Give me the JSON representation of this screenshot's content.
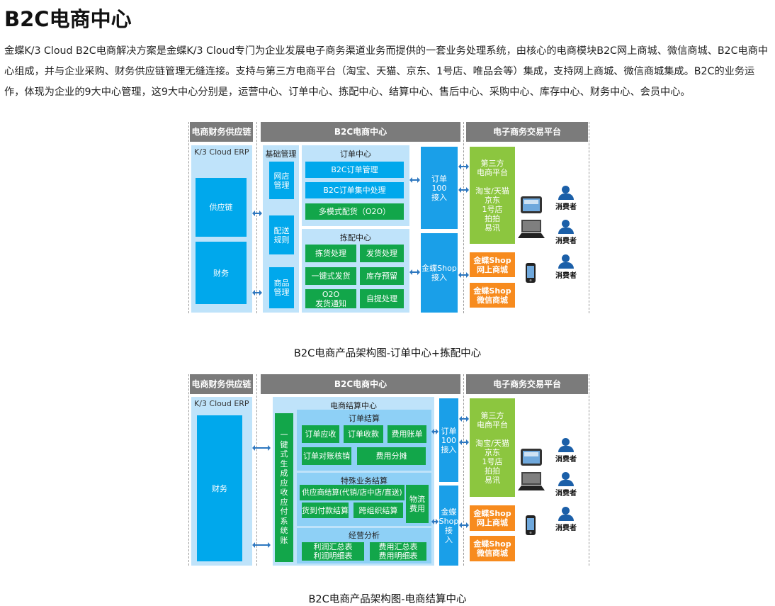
{
  "page": {
    "title": "B2C电商中心",
    "intro": "金蝶K/3 Cloud B2C电商解决方案是金蝶K/3 Cloud专门为企业发展电子商务渠道业务而提供的一套业务处理系统，由核心的电商模块B2C网上商城、微信商城、B2C电商中心组成，并与企业采购、财务供应链管理无缝连接。支持与第三方电商平台（淘宝、天猫、京东、1号店、唯品会等）集成，支持网上商城、微信商城集成。B2C的业务运作，体现为企业的9大中心管理，这9大中心分别是，运营中心、订单中心、拣配中心、结算中心、售后中心、采购中心、库存中心、财务中心、会员中心。"
  },
  "diagram1": {
    "caption": "B2C电商产品架构图-订单中心+拣配中心",
    "headers": [
      "电商财务供应链",
      "B2C电商中心",
      "电子商务交易平台"
    ],
    "erp_label": "K/3 Cloud ERP",
    "erp_items": [
      "供应链",
      "财务"
    ],
    "basic_label": "基础管理",
    "basic_items": [
      "网店\n管理",
      "配送\n规则",
      "商品\n管理"
    ],
    "order_center": {
      "label": "订单中心",
      "items": [
        "B2C订单管理",
        "B2C订单集中处理",
        "多模式配货（O2O）"
      ]
    },
    "pick_center": {
      "label": "拣配中心",
      "items": [
        "拣货处理",
        "发货处理",
        "一键式发货",
        "库存预留",
        "O2O\n发货通知",
        "自提处理"
      ]
    },
    "interfaces": [
      "订单\n100\n接入",
      "金蝶Shop\n接入"
    ],
    "third_party": "第三方\n电商平台\n\n淘宝/天猫\n京东\n1号店\n拍拍\n易讯",
    "shops": [
      "金蝶Shop\n网上商城",
      "金蝶Shop\n微信商城"
    ],
    "consumer_label": "消费者"
  },
  "diagram2": {
    "caption": "B2C电商产品架构图-电商结算中心",
    "headers": [
      "电商财务供应链",
      "B2C电商中心",
      "电子商务交易平台"
    ],
    "erp_label": "K/3 Cloud ERP",
    "erp_items": [
      "财务"
    ],
    "settle_label": "电商结算中心",
    "vertical": "一\n键\n式\n生\n成\n应\n收\n应\n付\n系\n统\n账",
    "order_settle": {
      "label": "订单结算",
      "items": [
        "订单应收",
        "订单收款",
        "费用账单",
        "订单对账核销",
        "费用分摊"
      ]
    },
    "special_settle": {
      "label": "特殊业务结算",
      "items": [
        "供应商结算(代销/店中店/直送)",
        "物流\n费用",
        "货到付款结算",
        "跨组织结算"
      ]
    },
    "analysis": {
      "label": "经营分析",
      "items": [
        "利润汇总表\n利润明细表",
        "费用汇总表\n费用明细表"
      ]
    },
    "interfaces": [
      "订单\n100\n接入",
      "金蝶\nShop\n接\n入"
    ],
    "third_party": "第三方\n电商平台\n\n淘宝/天猫\n京东\n1号店\n拍拍\n易讯",
    "shops": [
      "金蝶Shop\n网上商城",
      "金蝶Shop\n微信商城"
    ],
    "consumer_label": "消费者"
  },
  "colors": {
    "header": "#7b7b7b",
    "light_blue": "#bfe3fa",
    "blue": "#00a8ec",
    "green": "#12a64a",
    "lime": "#8cc63f",
    "orange": "#f78b1e"
  },
  "icons": [
    "tablet-icon",
    "laptop-icon",
    "phone-icon",
    "consumer-icon"
  ]
}
